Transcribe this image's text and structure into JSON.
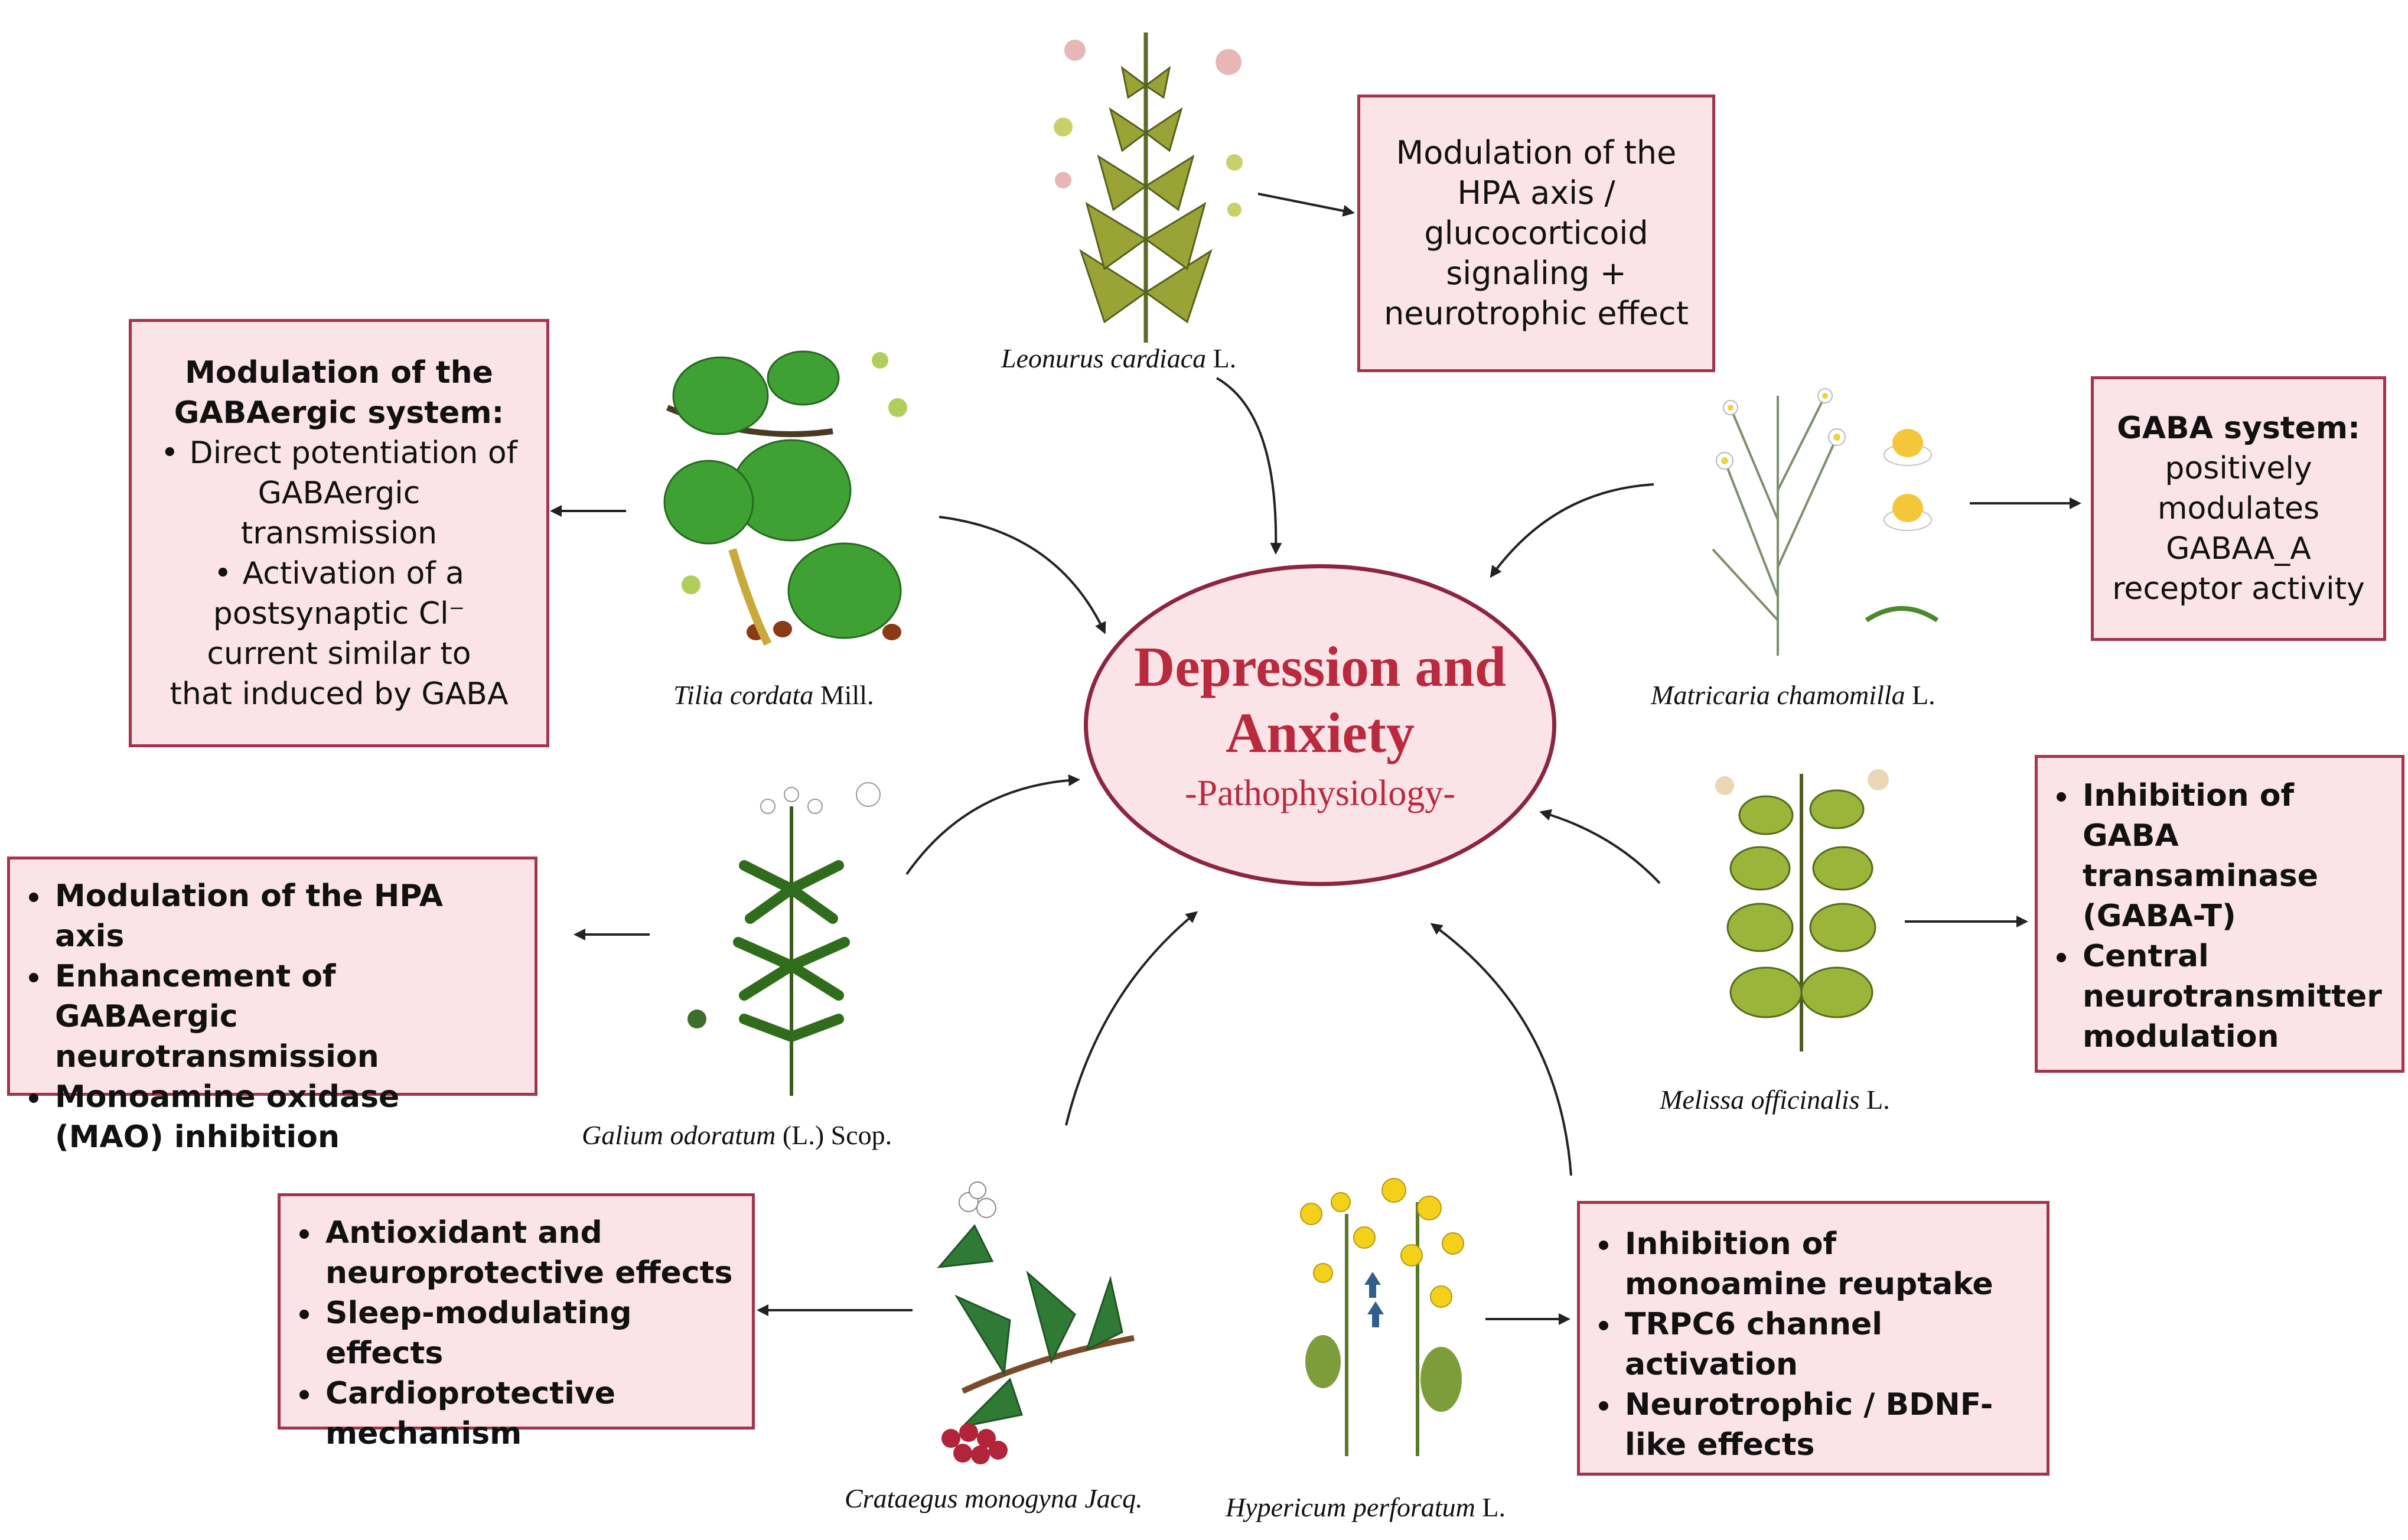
{
  "center": {
    "title": "Depression and Anxiety",
    "subtitle": "-Pathophysiology-"
  },
  "plants": {
    "leonurus": {
      "genus": "Leonurus cardiaca",
      "author": "L."
    },
    "tilia": {
      "genus": "Tilia cordata",
      "author": "Mill."
    },
    "matricaria": {
      "genus": "Matricaria chamomilla",
      "author": "L."
    },
    "galium": {
      "genus": "Galium odoratum",
      "author": "(L.) Scop."
    },
    "melissa": {
      "genus": "Melissa officinalis",
      "author": "L."
    },
    "crataegus": {
      "genus": "Crataegus monogyna Jacq.",
      "author": ""
    },
    "hypericum": {
      "genus": "Hypericum perforatum",
      "author": "L."
    }
  },
  "boxes": {
    "hpa_top": [
      "Modulation of the",
      "HPA axis /",
      "glucocorticoid",
      "signaling +",
      "neurotrophic effect"
    ],
    "gaba_left": {
      "heading": [
        "Modulation of the",
        "GABAergic system:"
      ],
      "items": [
        [
          "Direct potentiation of",
          "GABAergic",
          "transmission"
        ],
        [
          "Activation of a",
          "postsynaptic Cl⁻",
          "current similar to",
          "that induced by GABA"
        ]
      ]
    },
    "gaba_right": {
      "heading": "GABA system:",
      "lines": [
        "positively",
        "modulates",
        "GABAA_A",
        "receptor activity"
      ]
    },
    "galium_box": [
      "Modulation of the HPA axis",
      "Enhancement of GABAergic neurotransmission",
      "Monoamine oxidase (MAO) inhibition"
    ],
    "melissa_box": [
      "Inhibition of GABA transaminase (GABA-T)",
      "Central neurotransmitter modulation"
    ],
    "crataegus_box": [
      "Antioxidant and neuroprotective effects",
      "Sleep-modulating effects",
      "Cardioprotective mechanism"
    ],
    "hypericum_box": [
      "Inhibition of monoamine reuptake",
      "TRPC6 channel activation",
      "Neurotrophic / BDNF-like effects"
    ]
  },
  "colors": {
    "box_fill": "#fbe4e8",
    "box_border": "#a3344a",
    "title_red": "#b92a3e",
    "arrow": "#222222"
  }
}
